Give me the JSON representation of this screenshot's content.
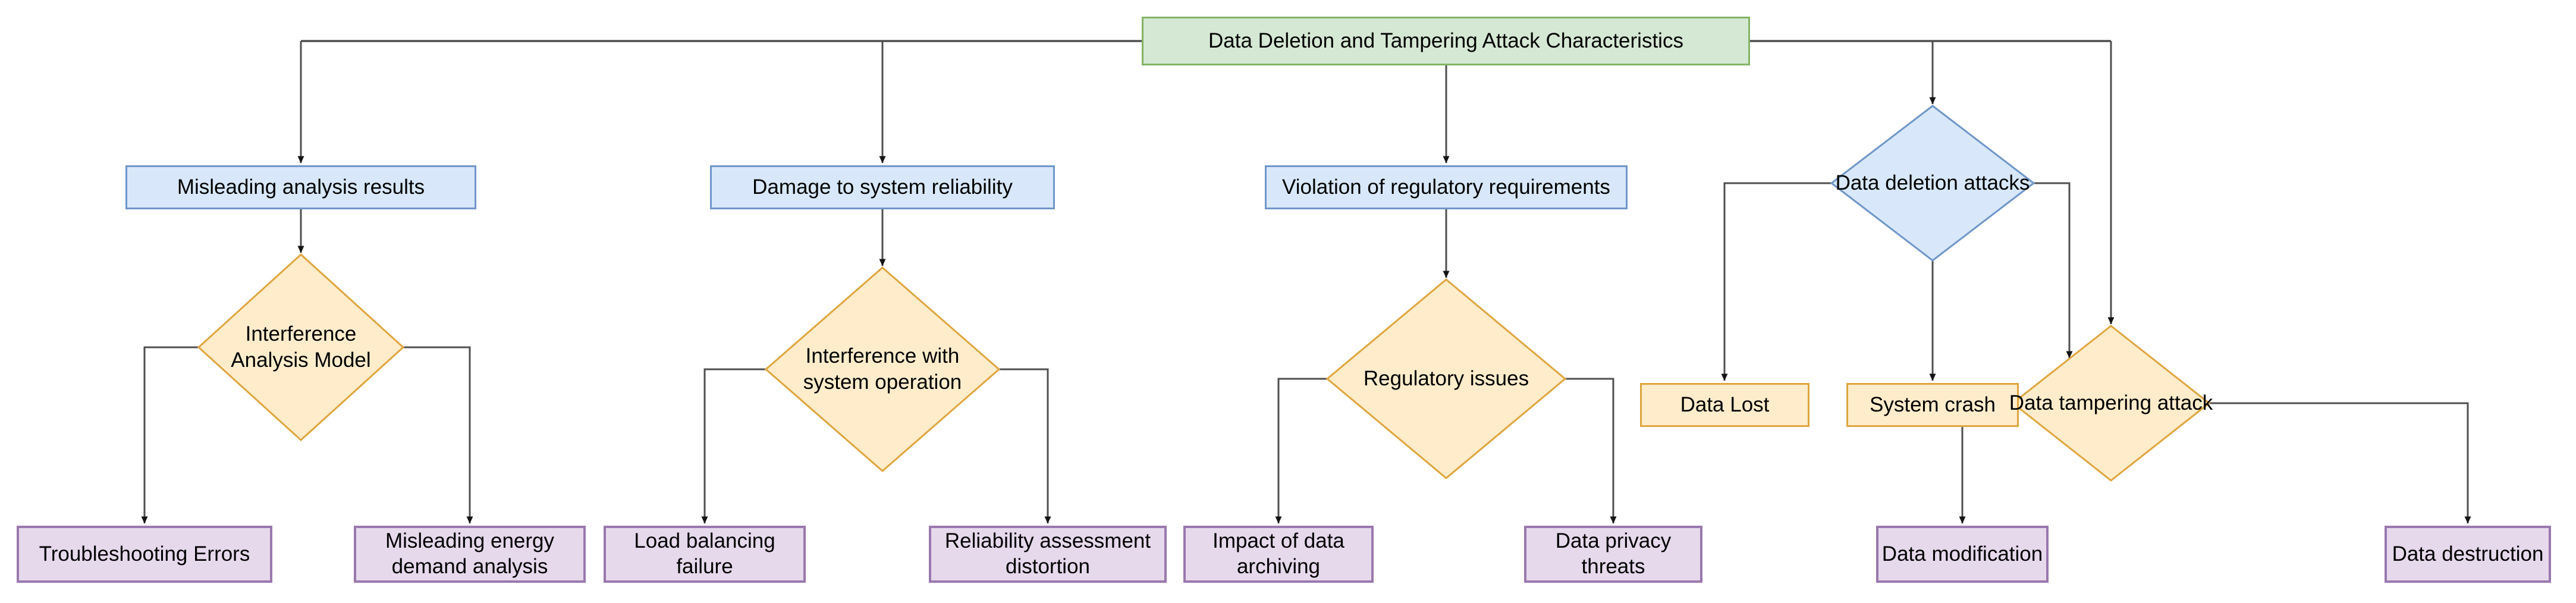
{
  "diagram": {
    "type": "flowchart",
    "background": "#ffffff"
  },
  "colors": {
    "line": "#4f4f4f",
    "arrow": "#141414",
    "green_fill": "#d5e8d4",
    "green_border": "#82b366",
    "blue_fill": "#d8e8fa",
    "blue_border": "#6f96c9",
    "yellow_fill": "#ffeccb",
    "yellow_border": "#dfa53e",
    "purple_fill": "#e6d9ec",
    "purple_border": "#9a78ae",
    "text": "#000000",
    "background": "#ffffff"
  },
  "nodes": {
    "root": {
      "label": "Data Deletion and Tampering Attack Characteristics"
    },
    "misleading_results": {
      "label": "Misleading analysis results"
    },
    "system_reliability": {
      "label": "Damage to system reliability"
    },
    "regulatory_violation": {
      "label": "Violation of regulatory requirements"
    },
    "interference_model": {
      "label": "Interference Analysis Model"
    },
    "interference_operation": {
      "label": "Interference with system operation"
    },
    "regulatory_issues": {
      "label": "Regulatory issues"
    },
    "data_deletion": {
      "label": "Data deletion attacks"
    },
    "data_tampering": {
      "label": "Data tampering attack"
    },
    "troubleshooting": {
      "label": "Troubleshooting Errors"
    },
    "energy_demand": {
      "label": "Misleading energy demand analysis"
    },
    "load_balancing": {
      "label": "Load balancing failure"
    },
    "reliability_assessment": {
      "label": "Reliability assessment distortion"
    },
    "data_archiving": {
      "label": "Impact of data archiving"
    },
    "data_privacy": {
      "label": "Data privacy threats"
    },
    "data_lost": {
      "label": "Data Lost"
    },
    "system_crash": {
      "label": "System crash"
    },
    "data_modification": {
      "label": "Data modification"
    },
    "data_destruction": {
      "label": "Data destruction"
    }
  }
}
